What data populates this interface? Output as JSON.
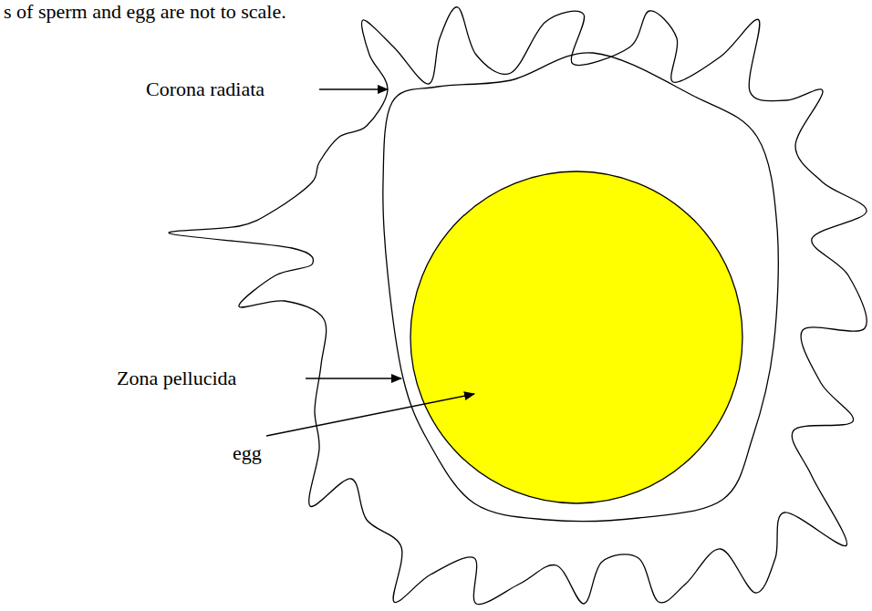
{
  "diagram": {
    "labels": [
      "s of sperm and egg are not to scale.",
      "Corona radiata",
      "Zona pellucida",
      "egg"
    ]
  }
}
